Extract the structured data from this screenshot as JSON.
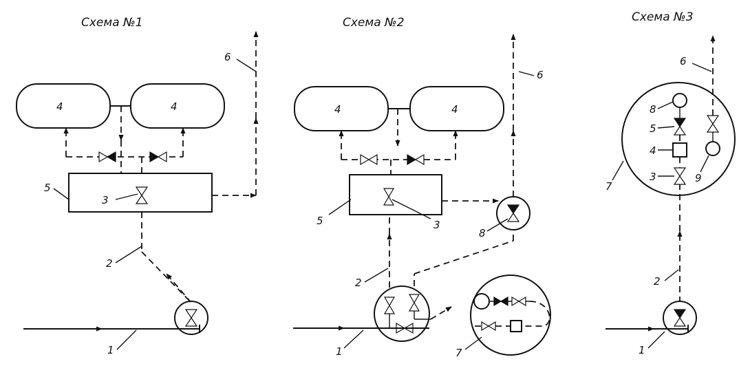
{
  "titles": {
    "scheme1": "Схема №1",
    "scheme2": "Схема №2",
    "scheme3": "Схема №3"
  },
  "labels": {
    "s1": {
      "l1": "1",
      "l2": "2",
      "l3": "3",
      "l4a": "4",
      "l4b": "4",
      "l5": "5",
      "l6": "6"
    },
    "s2": {
      "l1": "1",
      "l2": "2",
      "l3": "3",
      "l4a": "4",
      "l4b": "4",
      "l5": "5",
      "l6": "6",
      "l7": "7",
      "l8": "8"
    },
    "s3": {
      "l1": "1",
      "l2": "2",
      "l3": "3",
      "l4": "4",
      "l5": "5",
      "l6": "6",
      "l7": "7",
      "l8": "8",
      "l9": "9"
    }
  }
}
